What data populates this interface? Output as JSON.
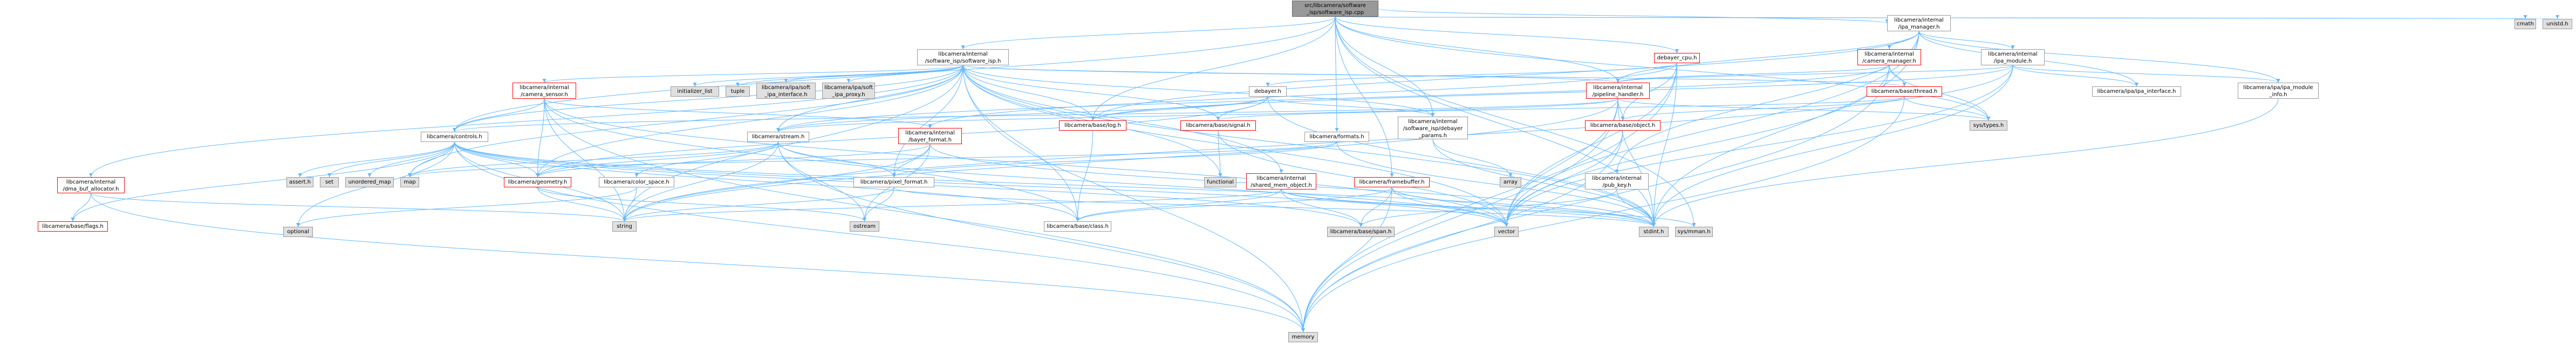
{
  "nodes": [
    {
      "id": "root",
      "label": "src/libcamera/software\n_isp/software_isp.cpp",
      "style": "root"
    },
    {
      "id": "cmath",
      "label": "cmath",
      "style": "grey"
    },
    {
      "id": "unistd",
      "label": "unistd.h",
      "style": "grey"
    },
    {
      "id": "ipa_manager",
      "label": "libcamera/internal\n/ipa_manager.h",
      "style": "plain"
    },
    {
      "id": "sw_isp_h",
      "label": "libcamera/internal\n/software_isp/software_isp.h",
      "style": "plain"
    },
    {
      "id": "debayer_cpu",
      "label": "debayer_cpu.h",
      "style": "red"
    },
    {
      "id": "camera_manager",
      "label": "libcamera/internal\n/camera_manager.h",
      "style": "red"
    },
    {
      "id": "ipa_module",
      "label": "libcamera/internal\n/ipa_module.h",
      "style": "plain"
    },
    {
      "id": "camera_sensor",
      "label": "libcamera/internal\n/camera_sensor.h",
      "style": "red"
    },
    {
      "id": "initializer_list",
      "label": "initializer_list",
      "style": "grey"
    },
    {
      "id": "tuple",
      "label": "tuple",
      "style": "grey"
    },
    {
      "id": "ipa_soft_interface",
      "label": "libcamera/ipa/soft\n_ipa_interface.h",
      "style": "grey"
    },
    {
      "id": "ipa_soft_proxy",
      "label": "libcamera/ipa/soft\n_ipa_proxy.h",
      "style": "grey"
    },
    {
      "id": "debayer_h",
      "label": "debayer.h",
      "style": "plain"
    },
    {
      "id": "pipeline_handler",
      "label": "libcamera/internal\n/pipeline_handler.h",
      "style": "red"
    },
    {
      "id": "base_thread",
      "label": "libcamera/base/thread.h",
      "style": "red"
    },
    {
      "id": "ipa_interface",
      "label": "libcamera/ipa/ipa_interface.h",
      "style": "plain"
    },
    {
      "id": "ipa_module_info",
      "label": "libcamera/ipa/ipa_module\n_info.h",
      "style": "plain"
    },
    {
      "id": "sys_types",
      "label": "sys/types.h",
      "style": "grey"
    },
    {
      "id": "controls",
      "label": "libcamera/controls.h",
      "style": "plain"
    },
    {
      "id": "stream",
      "label": "libcamera/stream.h",
      "style": "plain"
    },
    {
      "id": "bayer_format",
      "label": "libcamera/internal\n/bayer_format.h",
      "style": "red"
    },
    {
      "id": "base_log",
      "label": "libcamera/base/log.h",
      "style": "red"
    },
    {
      "id": "base_signal",
      "label": "libcamera/base/signal.h",
      "style": "red"
    },
    {
      "id": "formats",
      "label": "libcamera/formats.h",
      "style": "plain"
    },
    {
      "id": "debayer_params",
      "label": "libcamera/internal\n/software_isp/debayer\n_params.h",
      "style": "plain"
    },
    {
      "id": "base_object",
      "label": "libcamera/base/object.h",
      "style": "red"
    },
    {
      "id": "dma_buf_allocator",
      "label": "libcamera/internal\n/dma_buf_allocator.h",
      "style": "red"
    },
    {
      "id": "assert",
      "label": "assert.h",
      "style": "grey"
    },
    {
      "id": "set",
      "label": "set",
      "style": "grey"
    },
    {
      "id": "unordered_map",
      "label": "unordered_map",
      "style": "grey"
    },
    {
      "id": "map",
      "label": "map",
      "style": "grey"
    },
    {
      "id": "geometry",
      "label": "libcamera/geometry.h",
      "style": "red"
    },
    {
      "id": "color_space",
      "label": "libcamera/color_space.h",
      "style": "plain"
    },
    {
      "id": "pixel_format",
      "label": "libcamera/pixel_format.h",
      "style": "plain"
    },
    {
      "id": "functional",
      "label": "functional",
      "style": "grey"
    },
    {
      "id": "shared_mem_object",
      "label": "libcamera/internal\n/shared_mem_object.h",
      "style": "red"
    },
    {
      "id": "framebuffer",
      "label": "libcamera/framebuffer.h",
      "style": "red"
    },
    {
      "id": "array",
      "label": "array",
      "style": "grey"
    },
    {
      "id": "pub_key",
      "label": "libcamera/internal\n/pub_key.h",
      "style": "plain"
    },
    {
      "id": "base_flags",
      "label": "libcamera/base/flags.h",
      "style": "red"
    },
    {
      "id": "optional",
      "label": "optional",
      "style": "grey"
    },
    {
      "id": "string",
      "label": "string",
      "style": "grey"
    },
    {
      "id": "ostream",
      "label": "ostream",
      "style": "grey"
    },
    {
      "id": "base_class",
      "label": "libcamera/base/class.h",
      "style": "plain"
    },
    {
      "id": "base_span",
      "label": "libcamera/base/span.h",
      "style": "grey"
    },
    {
      "id": "vector",
      "label": "vector",
      "style": "grey"
    },
    {
      "id": "stdint",
      "label": "stdint.h",
      "style": "grey"
    },
    {
      "id": "sys_mman",
      "label": "sys/mman.h",
      "style": "grey"
    },
    {
      "id": "memory",
      "label": "memory",
      "style": "grey"
    }
  ],
  "edges": [
    [
      "root",
      "cmath"
    ],
    [
      "root",
      "unistd"
    ],
    [
      "root",
      "ipa_manager"
    ],
    [
      "root",
      "sw_isp_h"
    ],
    [
      "root",
      "debayer_cpu"
    ],
    [
      "root",
      "sys_types"
    ],
    [
      "root",
      "sys_mman"
    ],
    [
      "root",
      "controls"
    ],
    [
      "root",
      "formats"
    ],
    [
      "root",
      "stdint"
    ],
    [
      "root",
      "framebuffer"
    ],
    [
      "root",
      "base_log"
    ],
    [
      "root",
      "debayer_params"
    ],
    [
      "root",
      "pipeline_handler"
    ],
    [
      "ipa_manager",
      "camera_manager"
    ],
    [
      "ipa_manager",
      "ipa_module"
    ],
    [
      "ipa_manager",
      "pipeline_handler"
    ],
    [
      "ipa_manager",
      "ipa_interface"
    ],
    [
      "ipa_manager",
      "ipa_module_info"
    ],
    [
      "ipa_manager",
      "base_log"
    ],
    [
      "ipa_manager",
      "vector"
    ],
    [
      "ipa_manager",
      "stdint"
    ],
    [
      "ipa_manager",
      "pub_key"
    ],
    [
      "camera_manager",
      "base_thread"
    ],
    [
      "camera_manager",
      "pipeline_handler"
    ],
    [
      "camera_manager",
      "memory"
    ],
    [
      "camera_manager",
      "vector"
    ],
    [
      "camera_manager",
      "sys_types"
    ],
    [
      "camera_manager",
      "stream"
    ],
    [
      "ipa_module",
      "ipa_interface"
    ],
    [
      "ipa_module",
      "ipa_module_info"
    ],
    [
      "ipa_module",
      "base_log"
    ],
    [
      "ipa_module",
      "pipeline_handler"
    ],
    [
      "ipa_module",
      "vector"
    ],
    [
      "ipa_module",
      "string"
    ],
    [
      "ipa_module",
      "stdint"
    ],
    [
      "ipa_module_info",
      "stdint"
    ],
    [
      "sw_isp_h",
      "camera_sensor"
    ],
    [
      "sw_isp_h",
      "initializer_list"
    ],
    [
      "sw_isp_h",
      "tuple"
    ],
    [
      "sw_isp_h",
      "ipa_soft_interface"
    ],
    [
      "sw_isp_h",
      "ipa_soft_proxy"
    ],
    [
      "sw_isp_h",
      "pipeline_handler"
    ],
    [
      "sw_isp_h",
      "base_thread"
    ],
    [
      "sw_isp_h",
      "base_log"
    ],
    [
      "sw_isp_h",
      "base_signal"
    ],
    [
      "sw_isp_h",
      "debayer_params"
    ],
    [
      "sw_isp_h",
      "dma_buf_allocator"
    ],
    [
      "sw_isp_h",
      "shared_mem_object"
    ],
    [
      "sw_isp_h",
      "pixel_format"
    ],
    [
      "sw_isp_h",
      "controls"
    ],
    [
      "sw_isp_h",
      "geometry"
    ],
    [
      "sw_isp_h",
      "functional"
    ],
    [
      "sw_isp_h",
      "memory"
    ],
    [
      "sw_isp_h",
      "string"
    ],
    [
      "sw_isp_h",
      "stdint"
    ],
    [
      "sw_isp_h",
      "vector"
    ],
    [
      "sw_isp_h",
      "base_class"
    ],
    [
      "sw_isp_h",
      "stream"
    ],
    [
      "sw_isp_h",
      "map"
    ],
    [
      "debayer_cpu",
      "debayer_h"
    ],
    [
      "debayer_cpu",
      "base_object"
    ],
    [
      "debayer_cpu",
      "memory"
    ],
    [
      "debayer_cpu",
      "stdint"
    ],
    [
      "debayer_cpu",
      "vector"
    ],
    [
      "debayer_cpu",
      "bayer_format"
    ],
    [
      "debayer_h",
      "base_log"
    ],
    [
      "debayer_h",
      "base_signal"
    ],
    [
      "debayer_h",
      "geometry"
    ],
    [
      "debayer_h",
      "stream"
    ],
    [
      "debayer_h",
      "debayer_params"
    ],
    [
      "debayer_h",
      "stdint"
    ],
    [
      "camera_sensor",
      "controls"
    ],
    [
      "camera_sensor",
      "geometry"
    ],
    [
      "camera_sensor",
      "bayer_format"
    ],
    [
      "camera_sensor",
      "base_class"
    ],
    [
      "camera_sensor",
      "memory"
    ],
    [
      "camera_sensor",
      "string"
    ],
    [
      "camera_sensor",
      "vector"
    ],
    [
      "pipeline_handler",
      "base_object"
    ],
    [
      "pipeline_handler",
      "sys_types"
    ],
    [
      "pipeline_handler",
      "memory"
    ],
    [
      "pipeline_handler",
      "string"
    ],
    [
      "pipeline_handler",
      "vector"
    ],
    [
      "pipeline_handler",
      "stdint"
    ],
    [
      "pipeline_handler",
      "controls"
    ],
    [
      "pipeline_handler",
      "stream"
    ],
    [
      "base_thread",
      "base_object"
    ],
    [
      "base_thread",
      "base_signal"
    ],
    [
      "base_thread",
      "memory"
    ],
    [
      "base_thread",
      "sys_types"
    ],
    [
      "controls",
      "assert"
    ],
    [
      "controls",
      "set"
    ],
    [
      "controls",
      "unordered_map"
    ],
    [
      "controls",
      "map"
    ],
    [
      "controls",
      "geometry"
    ],
    [
      "controls",
      "base_class"
    ],
    [
      "controls",
      "base_flags"
    ],
    [
      "controls",
      "base_span"
    ],
    [
      "controls",
      "string"
    ],
    [
      "controls",
      "vector"
    ],
    [
      "controls",
      "stdint"
    ],
    [
      "controls",
      "optional"
    ],
    [
      "controls",
      "memory"
    ],
    [
      "stream",
      "color_space"
    ],
    [
      "stream",
      "pixel_format"
    ],
    [
      "stream",
      "geometry"
    ],
    [
      "stream",
      "map"
    ],
    [
      "stream",
      "memory"
    ],
    [
      "stream",
      "ostream"
    ],
    [
      "stream",
      "string"
    ],
    [
      "stream",
      "vector"
    ],
    [
      "bayer_format",
      "pixel_format"
    ],
    [
      "bayer_format",
      "geometry"
    ],
    [
      "bayer_format",
      "ostream"
    ],
    [
      "bayer_format",
      "string"
    ],
    [
      "bayer_format",
      "stdint"
    ],
    [
      "base_log",
      "base_class"
    ],
    [
      "base_signal",
      "functional"
    ],
    [
      "base_signal",
      "vector"
    ],
    [
      "formats",
      "pixel_format"
    ],
    [
      "formats",
      "map"
    ],
    [
      "formats",
      "stdint"
    ],
    [
      "debayer_params",
      "array"
    ],
    [
      "debayer_params",
      "stdint"
    ],
    [
      "base_object",
      "memory"
    ],
    [
      "base_object",
      "vector"
    ],
    [
      "dma_buf_allocator",
      "base_flags"
    ],
    [
      "dma_buf_allocator",
      "string"
    ],
    [
      "dma_buf_allocator",
      "memory"
    ],
    [
      "geometry",
      "string"
    ],
    [
      "geometry",
      "ostream"
    ],
    [
      "color_space",
      "optional"
    ],
    [
      "color_space",
      "string"
    ],
    [
      "pixel_format",
      "ostream"
    ],
    [
      "pixel_format",
      "string"
    ],
    [
      "pixel_format",
      "stdint"
    ],
    [
      "shared_mem_object",
      "base_class"
    ],
    [
      "shared_mem_object",
      "base_span"
    ],
    [
      "shared_mem_object",
      "string"
    ],
    [
      "shared_mem_object",
      "stdint"
    ],
    [
      "shared_mem_object",
      "sys_mman"
    ],
    [
      "framebuffer",
      "base_class"
    ],
    [
      "framebuffer",
      "base_span"
    ],
    [
      "framebuffer",
      "memory"
    ],
    [
      "framebuffer",
      "vector"
    ],
    [
      "framebuffer",
      "stdint"
    ],
    [
      "pub_key",
      "base_span"
    ],
    [
      "pub_key",
      "stdint"
    ]
  ],
  "colors": {
    "edge": "#63b8ff",
    "red_border": "#ff0000",
    "grey_fill": "#e0e0e0",
    "root_fill": "#999999"
  }
}
